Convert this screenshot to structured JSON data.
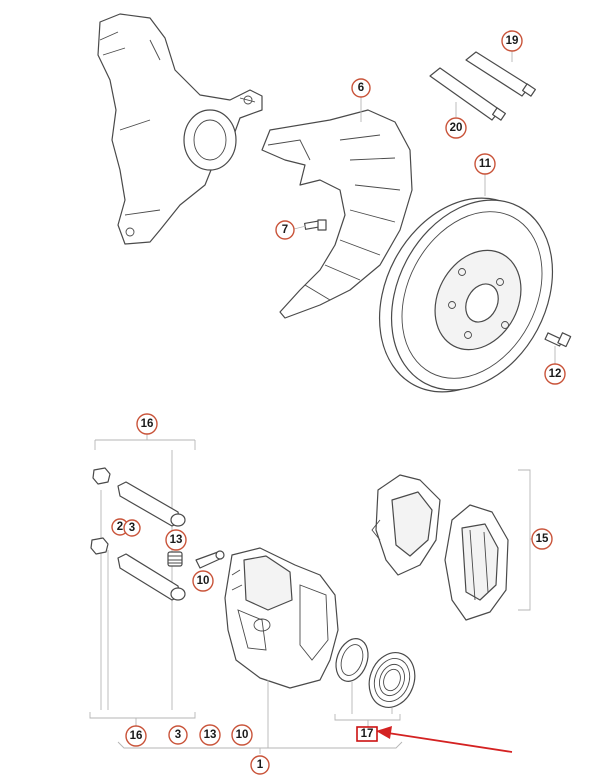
{
  "callouts": {
    "c1": "1",
    "c2": "2",
    "c3a": "3",
    "c3b": "3",
    "c6": "6",
    "c7": "7",
    "c10a": "10",
    "c10b": "10",
    "c11": "11",
    "c12": "12",
    "c13a": "13",
    "c13b": "13",
    "c15": "15",
    "c16a": "16",
    "c16b": "16",
    "c17": "17",
    "c19": "19",
    "c20": "20"
  },
  "colors": {
    "callout_ring": "#c9543a",
    "highlight": "#cc1111",
    "arrow": "#d42222"
  }
}
